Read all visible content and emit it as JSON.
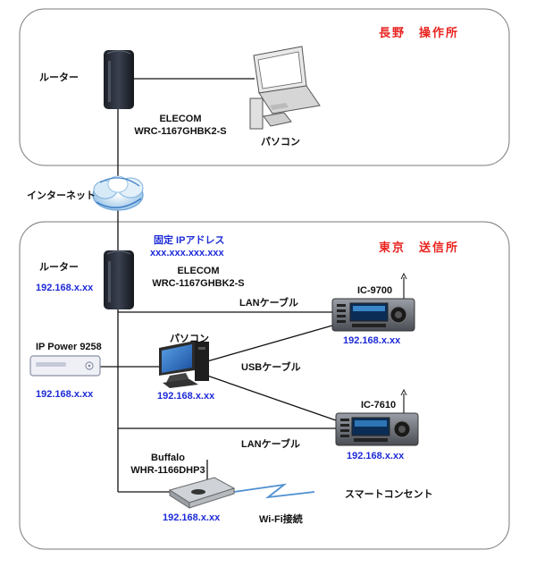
{
  "nagano": {
    "title": "長野　操作所",
    "router_label": "ルーター",
    "router_model_line1": "ELECOM",
    "router_model_line2": "WRC-1167GHBK2-S",
    "pc_label": "パソコン"
  },
  "internet": {
    "label": "インターネット"
  },
  "tokyo": {
    "title": "東京　送信所",
    "fixed_ip_label": "固定 IPアドレス",
    "fixed_ip_value": "xxx.xxx.xxx.xxx",
    "router_label": "ルーター",
    "router_ip": "192.168.x.xx",
    "router_model_line1": "ELECOM",
    "router_model_line2": "WRC-1167GHBK2-S",
    "pc_label": "パソコン",
    "pc_ip": "192.168.x.xx",
    "ippower_label": "IP Power 9258",
    "ippower_ip": "192.168.x.xx",
    "ic9700_label": "IC-9700",
    "ic9700_ip": "192.168.x.xx",
    "ic7610_label": "IC-7610",
    "ic7610_ip": "192.168.x.xx",
    "lan_cable_1": "LANケーブル",
    "usb_cable": "USBケーブル",
    "lan_cable_2": "LANケーブル",
    "buffalo_line1": "Buffalo",
    "buffalo_line2": "WHR-1166DHP3",
    "buffalo_ip": "192.168.x.xx",
    "smart_outlet_label": "スマートコンセント",
    "wifi_label": "Wi-Fi接続"
  },
  "colors": {
    "accent_red": "#e8231f",
    "ip_blue": "#1d2bd6",
    "box_border": "#7a7a7a"
  }
}
